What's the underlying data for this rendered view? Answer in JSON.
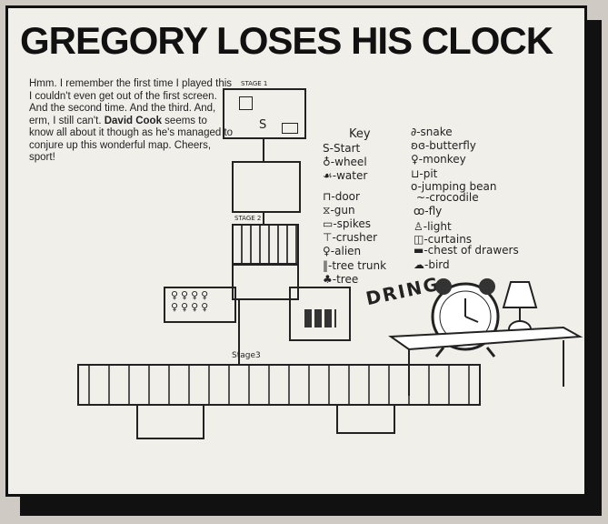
{
  "title": "GREGORY LOSES HIS CLOCK",
  "intro": {
    "text_before": "Hmm. I remember the first time I played this I couldn't even get out of the first screen. And the second time. And the third. And, erm, I still can't. ",
    "author": "David Cook",
    "text_after": " seems to know all about it though as he's managed to conjure up this wonderful map. Cheers, sport!"
  },
  "map": {
    "stage1": "STAGE 1",
    "stage2": "STAGE 2",
    "stage3": "Stage3",
    "start_marker": "S",
    "sound": "DRING"
  },
  "key": {
    "heading": "Key",
    "left": [
      "S-Start",
      "-wheel",
      "-water",
      "-door",
      "-gun",
      "-spikes",
      "-crusher",
      "-alien",
      "-tree trunk",
      "-tree"
    ],
    "right": [
      "-snake",
      "-butterfly",
      "-monkey",
      "-pit",
      "-jumping bean",
      "-crocodile",
      "-fly",
      "-light",
      "-curtains",
      "-chest of drawers",
      "-bird"
    ]
  }
}
